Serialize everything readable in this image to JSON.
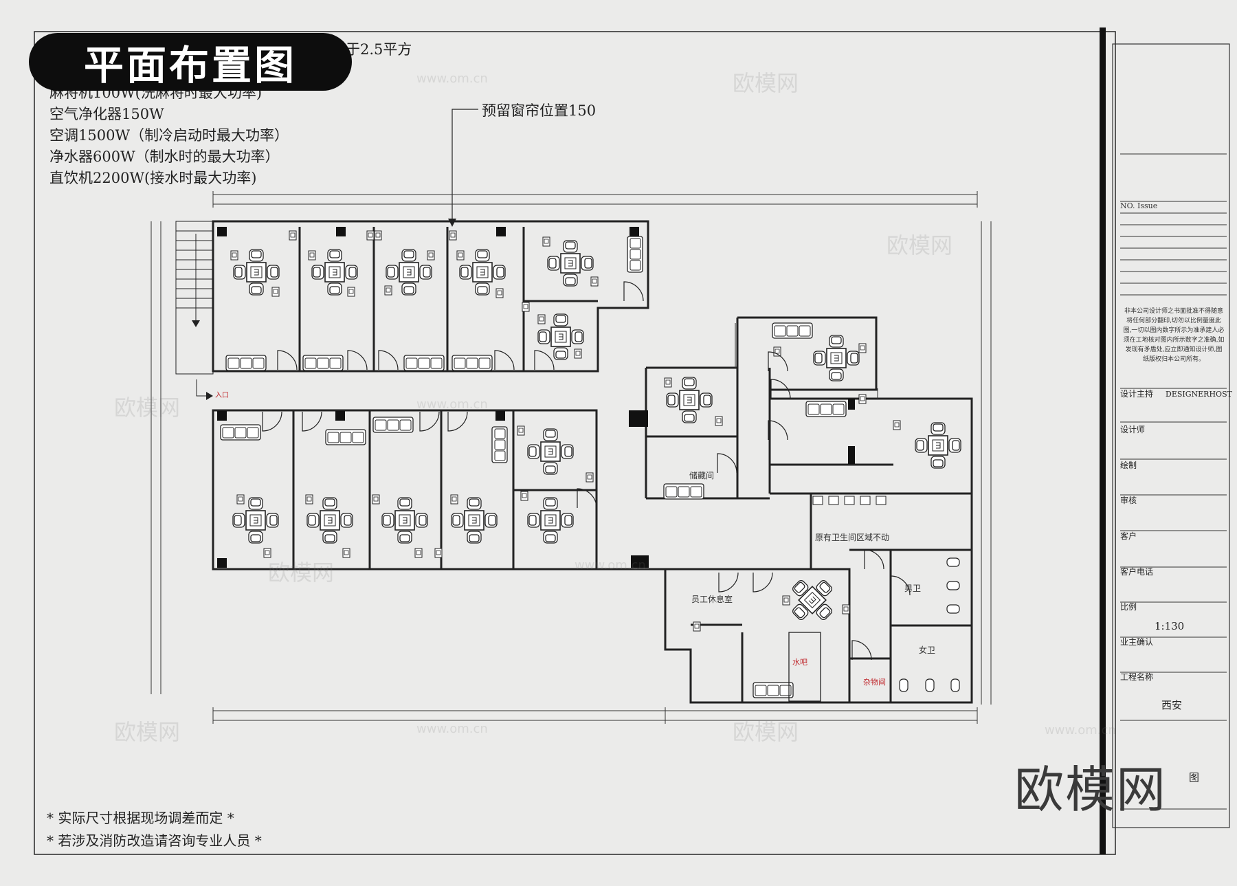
{
  "banner": {
    "title": "平面布置图",
    "top_note_fragment": "于2.5平方"
  },
  "power_notes": [
    "麻将机100W(洗麻将时最大功率)",
    "空气净化器150W",
    "空调1500W（制冷启动时最大功率）",
    "净水器600W（制水时的最大功率）",
    "直饮机2200W(接水时最大功率)"
  ],
  "curtain_note": "预留窗帘位置150",
  "room_labels": {
    "storage": "储藏间",
    "original_toilet": "原有卫生间区域不动",
    "staff_rest": "员工休息室",
    "male_toilet": "男卫",
    "female_toilet": "女卫",
    "water_bar": "水吧",
    "utility": "杂物间",
    "entrance": "入口"
  },
  "footer_notes": [
    "* 实际尺寸根据现场调差而定 *",
    "* 若涉及消防改造请咨询专业人员 *"
  ],
  "title_block": {
    "issue_header": "NO.  Issue",
    "disclaimer": "非本公司设计师之书面批准不得随意将任何部分翻印,切勿以比例量度此图,一切以图内数字所示为准承建人必须在工地核对图内所示数字之准确,如发现有矛盾处,应立即通知设计师,图纸版权归本公司所有。",
    "fields": [
      {
        "label": "设计主持",
        "value": "DESIGNERHOST"
      },
      {
        "label": "设计师",
        "value": ""
      },
      {
        "label": "绘制",
        "value": ""
      },
      {
        "label": "审核",
        "value": ""
      },
      {
        "label": "客户",
        "value": ""
      },
      {
        "label": "客户电话",
        "value": ""
      },
      {
        "label": "比例",
        "value": "1:130"
      },
      {
        "label": "业主确认",
        "value": ""
      },
      {
        "label": "工程名称",
        "value": "西安"
      }
    ],
    "drawing_suffix": "图"
  },
  "watermark": {
    "brand": "欧模网",
    "url": "www.om.cn"
  },
  "colors": {
    "banner_bg": "#0d0d0d",
    "banner_text": "#ffffff",
    "paper": "#ebebea",
    "line": "#222222",
    "red_label": "#c0282d"
  }
}
